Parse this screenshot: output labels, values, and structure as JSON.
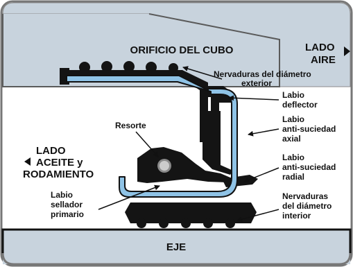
{
  "bore_label": "ORIFICIO DEL CUBO",
  "shaft_label": "EJE",
  "air_side": [
    "LADO",
    "AIRE"
  ],
  "oil_side": [
    "LADO",
    "ACEITE y",
    "RODAMIENTO"
  ],
  "callouts": {
    "od_ribs": [
      "Nervaduras del diámetro",
      "exterior"
    ],
    "deflector_lip": [
      "Labio",
      "deflector"
    ],
    "axial_lip": [
      "Labio",
      "anti-suciedad",
      "axial"
    ],
    "spring": [
      "Resorte"
    ],
    "radial_lip": [
      "Labio",
      "anti-suciedad",
      "radial"
    ],
    "primary_lip": [
      "Labio",
      "sellador",
      "primario"
    ],
    "id_ribs": [
      "Nervaduras",
      "del diámetro",
      "interior"
    ]
  },
  "colors": {
    "housing": "#c8d3dd",
    "insert": "#8fc3e6",
    "rubber": "#141414",
    "frame_line": "#777777"
  }
}
